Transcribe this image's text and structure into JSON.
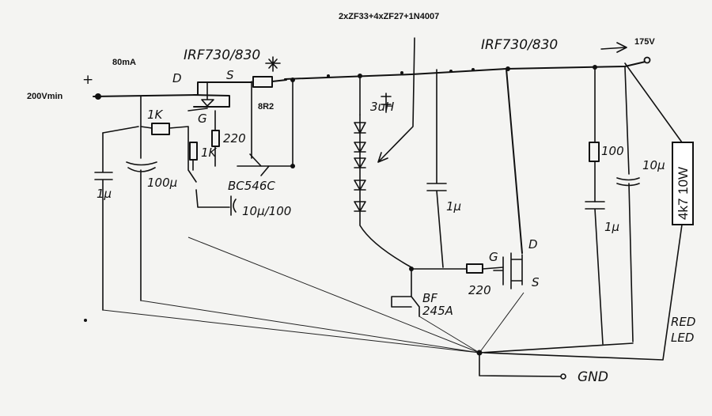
{
  "labels": {
    "input_voltage": "200Vmin",
    "input_current": "80mA",
    "output_voltage": "175V",
    "mosfet_1": "IRF730/830",
    "mosfet_2": "IRF730/830",
    "zener_chain": "2xZF33+4xZF27+1N4007",
    "r_sense": "8R2",
    "r_1k_a": "1K",
    "r_220_a": "220",
    "r_1k_b": "1K",
    "transistor_1": "BC546C",
    "cap_1u_a": "1µ",
    "cap_100u": "100µ",
    "cap_10u_100": "10µ/100",
    "inductor": "3uH",
    "cap_1u_b": "1µ",
    "r_220_b": "220",
    "transistor_2_a": "BF",
    "transistor_2_b": "245A",
    "r_100": "100",
    "cap_10u": "10µ",
    "cap_1u_c": "1µ",
    "load_resistor": "4k7 10W",
    "led_a": "RED",
    "led_b": "LED",
    "ground": "GND",
    "plus": "+",
    "pin_d1": "D",
    "pin_s1": "S",
    "pin_g1": "G",
    "pin_d2": "D",
    "pin_g2": "G",
    "pin_s2": "S"
  }
}
